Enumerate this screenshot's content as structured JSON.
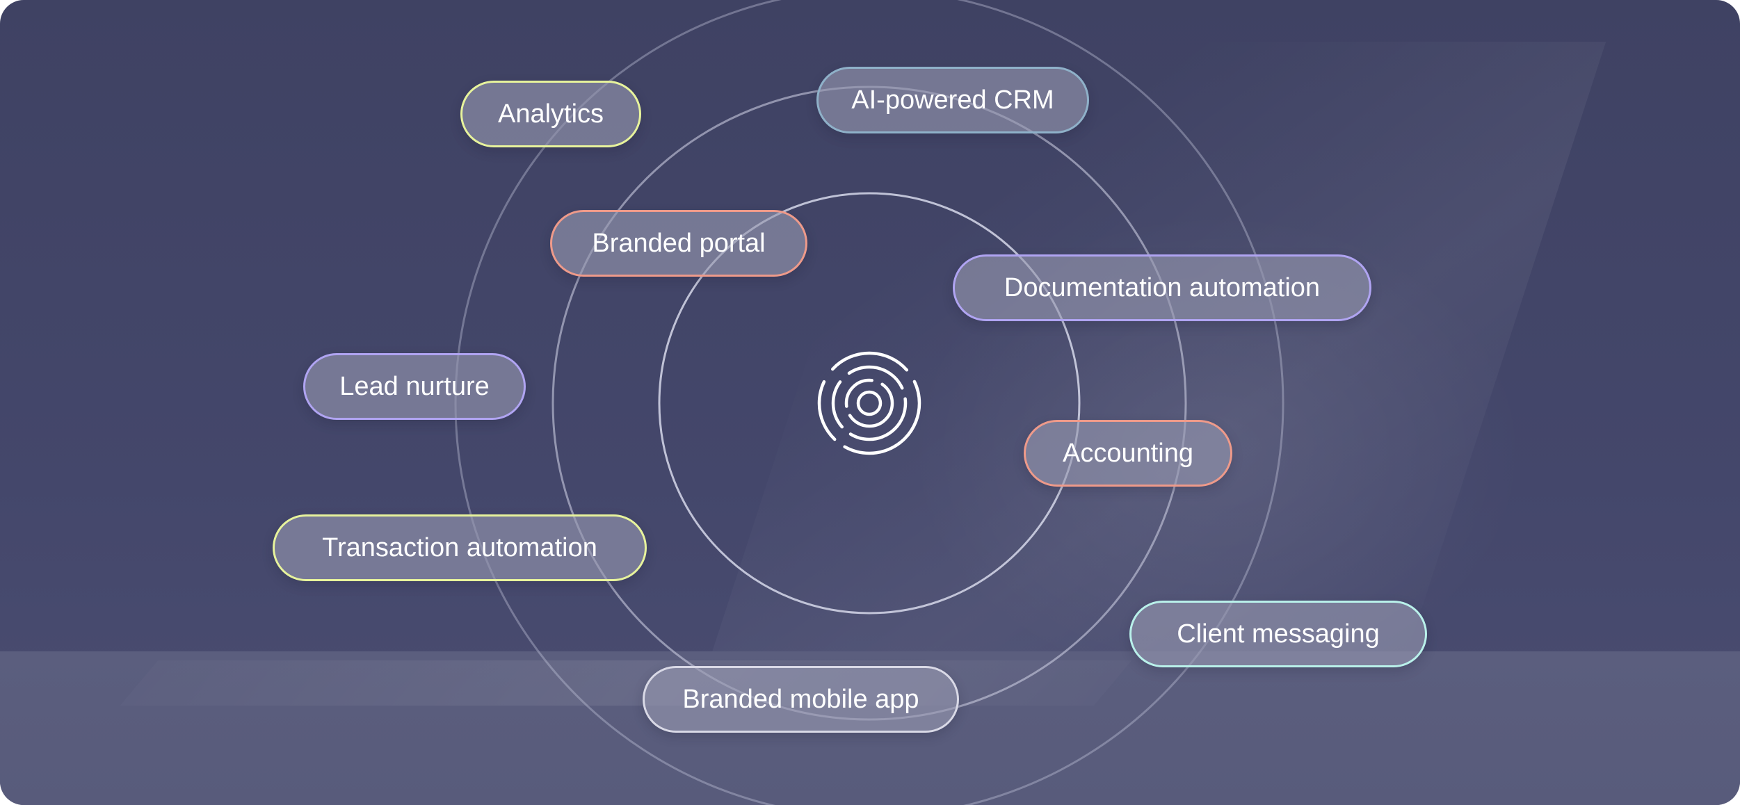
{
  "colors": {
    "background": "#414466",
    "floor": "#5a5d7d",
    "ring_stroke": "#c9cbe0",
    "yellow": "#e7f39c",
    "teal": "#8fb1c9",
    "coral": "#ee9a8a",
    "lavender": "#b0a4f2",
    "cyan": "#b9f1ea",
    "white": "#d9d9e6"
  },
  "center": {
    "icon": "concentric-dashed-circles-icon"
  },
  "pills": [
    {
      "label": "Analytics",
      "color": "yellow"
    },
    {
      "label": "AI-powered CRM",
      "color": "teal"
    },
    {
      "label": "Branded portal",
      "color": "coral"
    },
    {
      "label": "Documentation automation",
      "color": "lavender"
    },
    {
      "label": "Lead nurture",
      "color": "lavender"
    },
    {
      "label": "Accounting",
      "color": "coral"
    },
    {
      "label": "Transaction automation",
      "color": "yellow"
    },
    {
      "label": "Client messaging",
      "color": "cyan"
    },
    {
      "label": "Branded mobile app",
      "color": "white"
    }
  ]
}
